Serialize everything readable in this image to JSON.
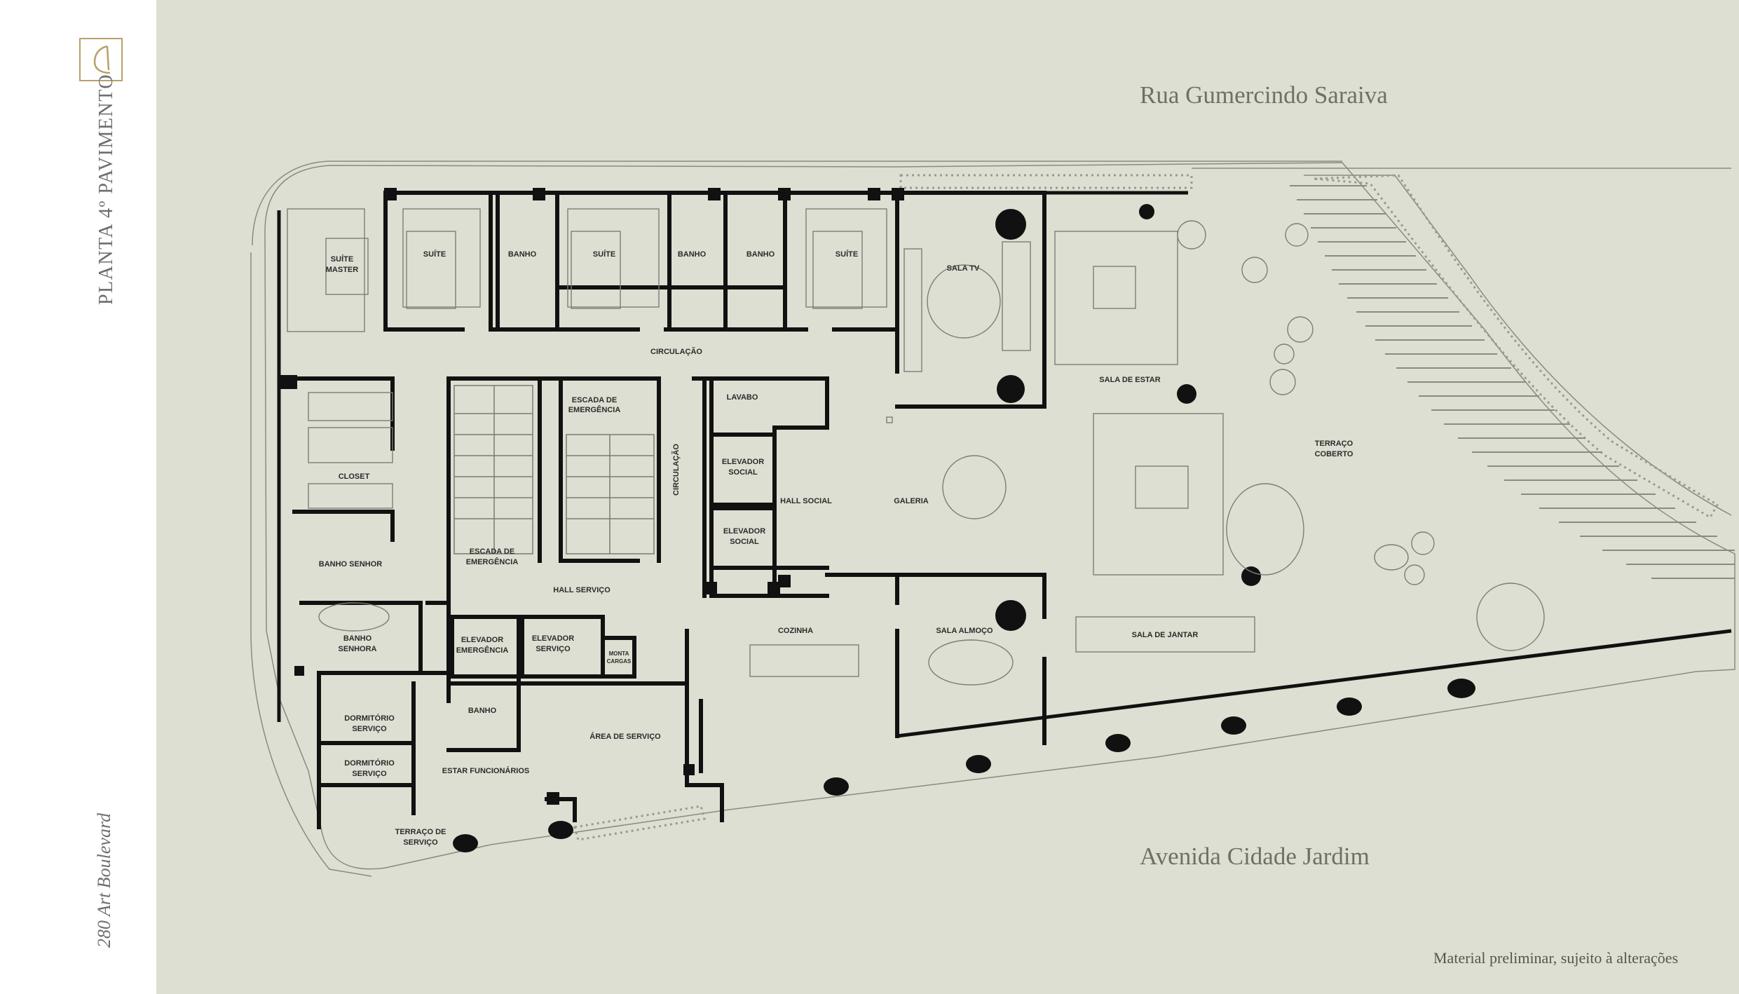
{
  "sidebar": {
    "title": "PLANTA 4º PAVIMENTO",
    "project": "280 Art Boulevard",
    "logo_icon": "monogram-logo-icon"
  },
  "streets": {
    "top": "Rua Gumercindo Saraiva",
    "bottom": "Avenida Cidade Jardim"
  },
  "disclaimer": "Material preliminar, sujeito à alterações",
  "colors": {
    "background": "#dedfd3",
    "sidebar": "#ffffff",
    "walls": "#111111",
    "logo_gold": "#b8a16a"
  },
  "rooms": {
    "suite_master_1": "SUÍTE",
    "suite_master_2": "MASTER",
    "suite_1": "SUÍTE",
    "banho_1": "BANHO",
    "suite_2": "SUÍTE",
    "banho_2": "BANHO",
    "banho_3": "BANHO",
    "suite_3": "SUÍTE",
    "sala_tv": "SALA TV",
    "circulacao_h": "CIRCULAÇÃO",
    "escada_1a": "ESCADA DE",
    "escada_1b": "EMERGÊNCIA",
    "lavabo": "LAVABO",
    "sala_estar": "SALA DE ESTAR",
    "closet": "CLOSET",
    "circulacao_v": "CIRCULAÇÃO",
    "elev_social_1a": "ELEVADOR",
    "elev_social_1b": "SOCIAL",
    "hall_social": "HALL SOCIAL",
    "galeria": "GALERIA",
    "terraco_coberto_a": "TERRAÇO",
    "terraco_coberto_b": "COBERTO",
    "elev_social_2a": "ELEVADOR",
    "elev_social_2b": "SOCIAL",
    "escada_2a": "ESCADA DE",
    "escada_2b": "EMERGÊNCIA",
    "banho_senhor": "BANHO SENHOR",
    "hall_servico": "HALL SERVIÇO",
    "banho_senhora_a": "BANHO",
    "banho_senhora_b": "SENHORA",
    "elev_emerg_a": "ELEVADOR",
    "elev_emerg_b": "EMERGÊNCIA",
    "elev_servico_a": "ELEVADOR",
    "elev_servico_b": "SERVIÇO",
    "monta_cargas_a": "MONTA",
    "monta_cargas_b": "CARGAS",
    "cozinha": "COZINHA",
    "sala_almoco": "SALA ALMOÇO",
    "sala_jantar": "SALA DE JANTAR",
    "banho_func": "BANHO",
    "dorm_1a": "DORMITÓRIO",
    "dorm_1b": "SERVIÇO",
    "area_servico": "ÁREA DE SERVIÇO",
    "dorm_2a": "DORMITÓRIO",
    "dorm_2b": "SERVIÇO",
    "estar_func": "ESTAR FUNCIONÁRIOS",
    "terraco_servico_a": "TERRAÇO DE",
    "terraco_servico_b": "SERVIÇO"
  }
}
